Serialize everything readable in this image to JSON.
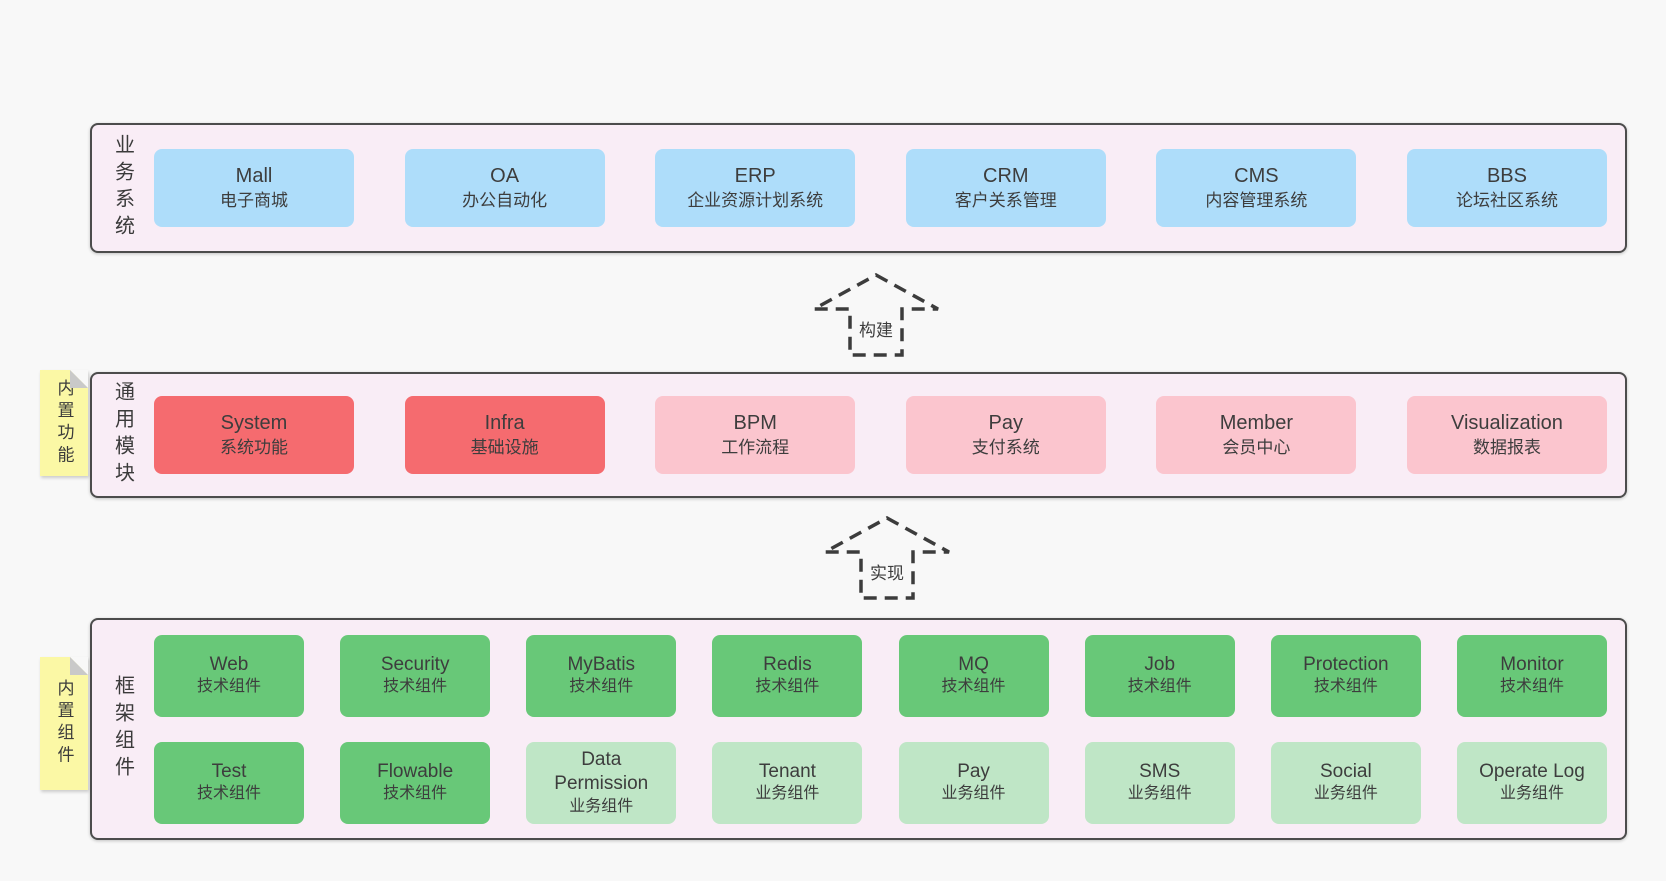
{
  "colors": {
    "page_bg": "#f8f8f8",
    "layer_bg": "#f9edf6",
    "layer_border": "#4c4c4c",
    "blue": "#aeddfa",
    "red": "#f56b6f",
    "pink": "#fbc5ce",
    "green": "#68c878",
    "lightgreen": "#bfe6c6",
    "sticky_yellow": "#fbf8a5",
    "sticky_fold": "#c9c9c9",
    "text": "#3d3d3d",
    "arrow": "#3c3c3c"
  },
  "arrows": [
    {
      "label": "构建"
    },
    {
      "label": "实现"
    }
  ],
  "layers": [
    {
      "label": "业务系统",
      "sticky": null,
      "rows": [
        [
          {
            "name": "Mall",
            "desc": "电子商城",
            "color": "blue"
          },
          {
            "name": "OA",
            "desc": "办公自动化",
            "color": "blue"
          },
          {
            "name": "ERP",
            "desc": "企业资源计划系统",
            "color": "blue"
          },
          {
            "name": "CRM",
            "desc": "客户关系管理",
            "color": "blue"
          },
          {
            "name": "CMS",
            "desc": "内容管理系统",
            "color": "blue"
          },
          {
            "name": "BBS",
            "desc": "论坛社区系统",
            "color": "blue"
          }
        ]
      ]
    },
    {
      "label": "通用模块",
      "sticky": "内置功能",
      "rows": [
        [
          {
            "name": "System",
            "desc": "系统功能",
            "color": "red"
          },
          {
            "name": "Infra",
            "desc": "基础设施",
            "color": "red"
          },
          {
            "name": "BPM",
            "desc": "工作流程",
            "color": "pink"
          },
          {
            "name": "Pay",
            "desc": "支付系统",
            "color": "pink"
          },
          {
            "name": "Member",
            "desc": "会员中心",
            "color": "pink"
          },
          {
            "name": "Visualization",
            "desc": "数据报表",
            "color": "pink"
          }
        ]
      ]
    },
    {
      "label": "框架组件",
      "sticky": "内置组件",
      "rows": [
        [
          {
            "name": "Web",
            "desc": "技术组件",
            "color": "green"
          },
          {
            "name": "Security",
            "desc": "技术组件",
            "color": "green"
          },
          {
            "name": "MyBatis",
            "desc": "技术组件",
            "color": "green"
          },
          {
            "name": "Redis",
            "desc": "技术组件",
            "color": "green"
          },
          {
            "name": "MQ",
            "desc": "技术组件",
            "color": "green"
          },
          {
            "name": "Job",
            "desc": "技术组件",
            "color": "green"
          },
          {
            "name": "Protection",
            "desc": "技术组件",
            "color": "green"
          },
          {
            "name": "Monitor",
            "desc": "技术组件",
            "color": "green"
          }
        ],
        [
          {
            "name": "Test",
            "desc": "技术组件",
            "color": "green"
          },
          {
            "name": "Flowable",
            "desc": "技术组件",
            "color": "green"
          },
          {
            "name": "Data Permission",
            "desc": "业务组件",
            "color": "lightgreen"
          },
          {
            "name": "Tenant",
            "desc": "业务组件",
            "color": "lightgreen"
          },
          {
            "name": "Pay",
            "desc": "业务组件",
            "color": "lightgreen"
          },
          {
            "name": "SMS",
            "desc": "业务组件",
            "color": "lightgreen"
          },
          {
            "name": "Social",
            "desc": "业务组件",
            "color": "lightgreen"
          },
          {
            "name": "Operate Log",
            "desc": "业务组件",
            "color": "lightgreen"
          }
        ]
      ]
    }
  ]
}
